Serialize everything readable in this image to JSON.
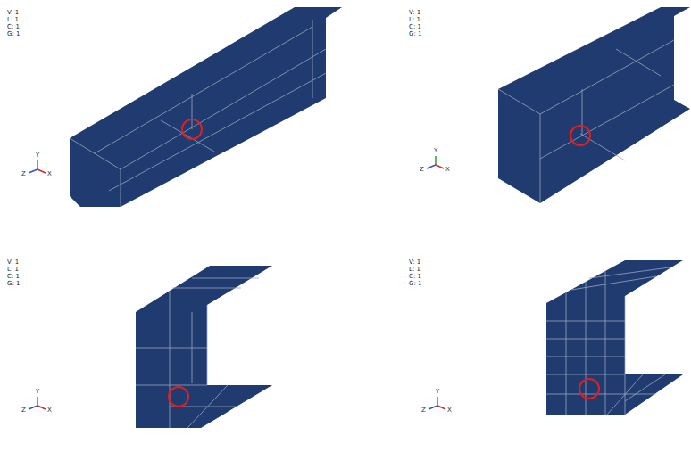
{
  "diagram": {
    "labels": [
      "V: 1",
      "L: 1",
      "C: 1",
      "G: 1",
      "Y",
      "Z",
      "X",
      "V: 1",
      "L: 1",
      "C: 1",
      "G: 1",
      "Y",
      "Z",
      "X",
      "V: 1",
      "L: 1",
      "C: 1",
      "G: 1",
      "Y",
      "Z",
      "X",
      "V: 1",
      "L: 1",
      "C: 1",
      "G: 1",
      "Y",
      "Z",
      "X"
    ]
  }
}
